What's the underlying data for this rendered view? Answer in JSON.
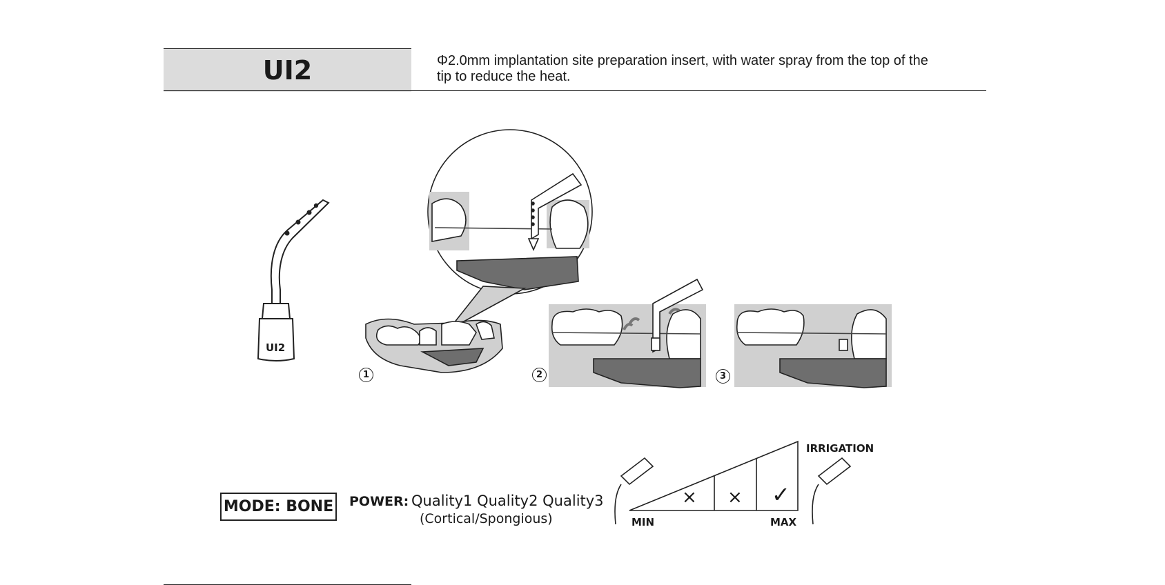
{
  "header": {
    "model_code": "UI2",
    "description": "Φ2.0mm implantation site preparation insert, with water spray from the top of the tip to reduce the heat."
  },
  "illustration": {
    "tip_label": "UI2",
    "steps": [
      "1",
      "2",
      "3"
    ]
  },
  "settings": {
    "mode": "MODE: BONE",
    "power_label": "POWER:",
    "power_qualities": "Quality1 Quality2 Quality3",
    "power_note": "(Cortical/Spongious)",
    "irrigation_label": "IRRIGATION",
    "irrigation_min": "MIN",
    "irrigation_max": "MAX",
    "irrigation_levels": [
      "×",
      "×",
      "✓"
    ]
  },
  "colors": {
    "header_fill": "#dcdcdc",
    "gum": "#d0d0d0",
    "bone_dark": "#6e6e6e"
  }
}
